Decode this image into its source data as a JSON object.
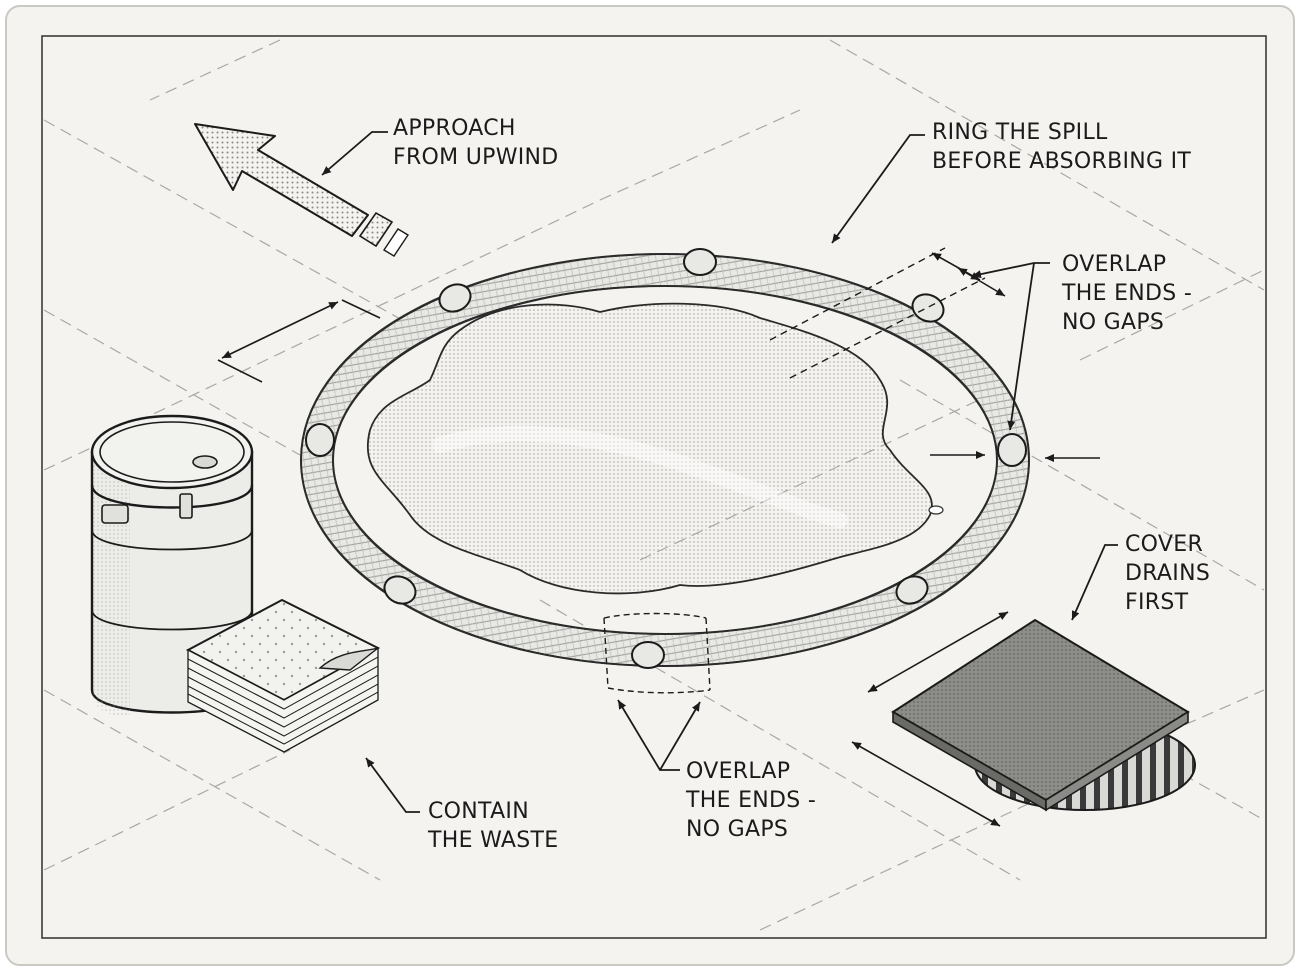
{
  "callouts": {
    "approach": {
      "lines": [
        "APPROACH",
        "FROM UPWIND"
      ]
    },
    "ring": {
      "lines": [
        "RING THE SPILL",
        "BEFORE ABSORBING IT"
      ]
    },
    "overlap_top": {
      "lines": [
        "OVERLAP",
        "THE ENDS -",
        "NO GAPS"
      ]
    },
    "cover": {
      "lines": [
        "COVER",
        "DRAINS",
        "FIRST"
      ]
    },
    "overlap_bottom": {
      "lines": [
        "OVERLAP",
        "THE ENDS -",
        "NO GAPS"
      ]
    },
    "contain": {
      "lines": [
        "CONTAIN",
        "THE WASTE"
      ]
    }
  },
  "icons": [
    "wind-arrow-icon",
    "absorbent-boom-ring",
    "spill-puddle",
    "waste-drum-icon",
    "absorbent-pads-icon",
    "drain-cover-mat-icon",
    "floor-drain-icon"
  ],
  "colors": {
    "paper": "#f4f3ef",
    "ink": "#1b1b1b",
    "boom": "#e6e6e3",
    "spill": "#cfcfcc"
  }
}
